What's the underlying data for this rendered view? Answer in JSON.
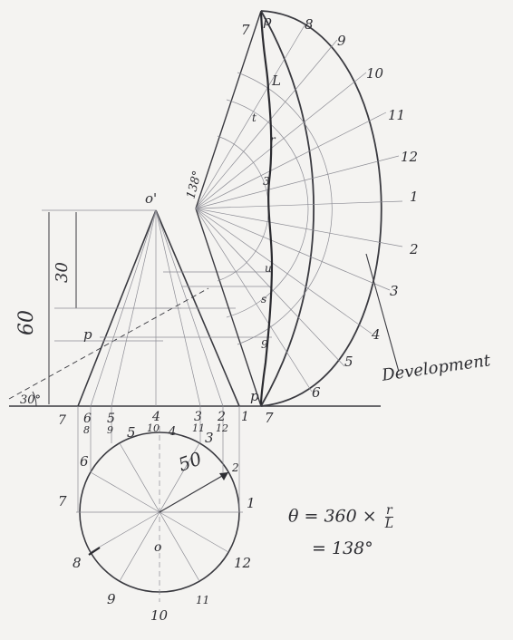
{
  "dims": {
    "height": "60",
    "apex_part": "30",
    "angle": "30°",
    "radius": "50",
    "theta_small": "138°"
  },
  "labels": {
    "apex": "o'",
    "apex_plan": "o",
    "point_p": "p",
    "point_p2": "2'",
    "point_t": "t",
    "point_u": "u",
    "point_s": "s",
    "point_r": "r",
    "marks_right": "r'",
    "marks_top": "u'",
    "marks_mid": "s'",
    "marks_a": "3'",
    "marks_b": "4'",
    "plan_12": "12",
    "plan_2": "2"
  },
  "front_view_numbers": [
    "7",
    "6",
    "5",
    "4",
    "3",
    "2",
    "1"
  ],
  "front_view_sub": [
    "8",
    "9",
    "10",
    "11",
    "12"
  ],
  "plan_numbers": [
    "1",
    "2",
    "3",
    "4",
    "5",
    "6",
    "7",
    "8",
    "9",
    "10",
    "11",
    "12"
  ],
  "arc_numbers": [
    "7",
    "8",
    "9",
    "10",
    "11",
    "12",
    "1",
    "2",
    "3",
    "4",
    "5",
    "6",
    "7"
  ],
  "arc_top_labels": {
    "p_top": "p",
    "l": "L",
    "p_bottom": "p"
  },
  "locus_labels": [
    "t",
    "r",
    "3",
    "s",
    "u",
    "9",
    "7"
  ],
  "formula": {
    "line1_lhs": "θ = 360 ×",
    "line1_num": "r",
    "line1_den": "L",
    "line2": "= 138°"
  },
  "development_label": "Development"
}
